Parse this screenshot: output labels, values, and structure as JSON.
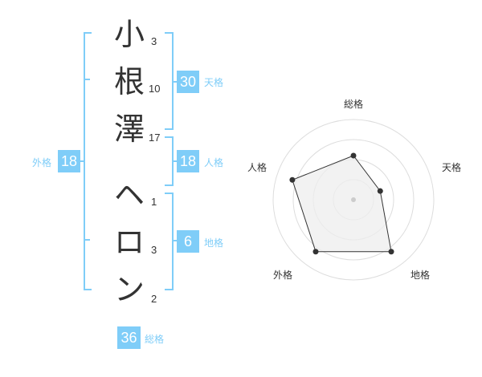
{
  "name": {
    "chars": [
      {
        "char": "小",
        "strokes": "3"
      },
      {
        "char": "根",
        "strokes": "10"
      },
      {
        "char": "澤",
        "strokes": "17"
      },
      {
        "char": "ヘ",
        "strokes": "1"
      },
      {
        "char": "ロ",
        "strokes": "3"
      },
      {
        "char": "ン",
        "strokes": "2"
      }
    ]
  },
  "fortune": {
    "tenkaku": {
      "value": "30",
      "label": "天格"
    },
    "jinkaku": {
      "value": "18",
      "label": "人格"
    },
    "chikaku": {
      "value": "6",
      "label": "地格"
    },
    "gaikaku": {
      "value": "18",
      "label": "外格"
    },
    "soukaku": {
      "value": "36",
      "label": "総格"
    }
  },
  "chart_data": {
    "type": "radar",
    "axes": [
      "総格",
      "天格",
      "地格",
      "外格",
      "人格"
    ],
    "values": [
      0.55,
      0.35,
      0.8,
      0.8,
      0.8
    ],
    "max": 1,
    "rings": 4,
    "colors": {
      "fill": "#eeeeee",
      "stroke": "#333333",
      "grid": "#dddddd",
      "center": "#cccccc"
    }
  },
  "colors": {
    "accent": "#7fcdf8",
    "text": "#333333"
  }
}
